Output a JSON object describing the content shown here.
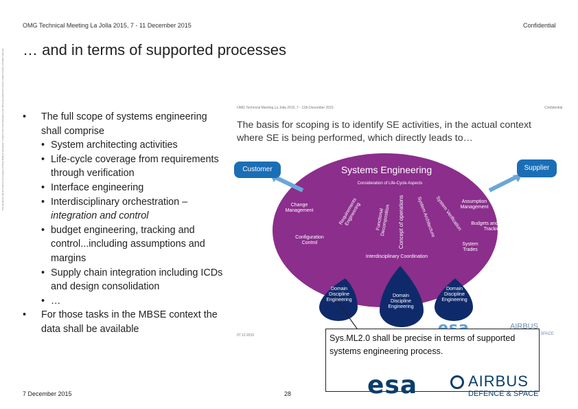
{
  "header": {
    "meeting": "OMG Technical Meeting La Jolla 2015, 7 - 11 December 2015",
    "confidential": "Confidential"
  },
  "title": "… and in terms of supported processes",
  "sidebar_text": "This document and its content is the property of Airbus Defence and Space. It shall not be communicated to any third party without the owner's written consent. All rights reserved.",
  "bullets": {
    "item1": "The full scope of systems engineering shall comprise",
    "sub1": "System architecting activities",
    "sub2": "Life-cycle coverage from requirements through verification",
    "sub3": "Interface engineering",
    "sub4_a": "Interdisciplinary orchestration –",
    "sub4_b": "integration and control",
    "sub5": "budget engineering, tracking and control...including assumptions and margins",
    "sub6": "Supply chain integration including ICDs and design consolidation",
    "sub7": "…",
    "item2": "For those tasks in the MBSE context the data shall be available",
    "bullet_char": "•"
  },
  "embedded_slide": {
    "header_left": "OMG Technical Meeting La Jolla 2015, 7 - 11th December 2015",
    "header_right": "Confidential",
    "question": "The basis for scoping is to identify SE activities, in the actual context where SE is being performed, which directly leads to…",
    "customer": "Customer",
    "supplier": "Supplier",
    "se_title": "Systems Engineering",
    "lifecycle": "Consideration of Life-Cycle Aspects",
    "change_mgmt": "Change Management",
    "config_control": "Configuration Control",
    "req_eng": "Requirements Engineering",
    "func_decomp": "Functional Decomposition",
    "concept_ops": "Concept of operations",
    "sys_arch": "System Architecture",
    "sys_verif": "System Verification",
    "assumption_mgmt": "Assumption Management",
    "budgets": "Budgets and Budget Tracking",
    "sys_trades": "System Trades",
    "interdisc": "Interdisciplinary Coordination",
    "domain1": "Domain Discipline Engineering",
    "domain2": "Domain Discipline Engineering",
    "domain3": "Domain Discipline Engineering",
    "footer_date": "07.12.2015",
    "colors": {
      "purple": "#8b2e8c",
      "blue": "#1b6eb5",
      "navy": "#0f2a6b"
    }
  },
  "callout": "Sys.ML2.0 shall be precise in terms of supported systems engineering process.",
  "footer": {
    "date": "7 December 2015",
    "page": "28"
  },
  "logos": {
    "esa": "esa",
    "airbus": "AIRBUS",
    "airbus_sub": "DEFENCE & SPACE"
  }
}
